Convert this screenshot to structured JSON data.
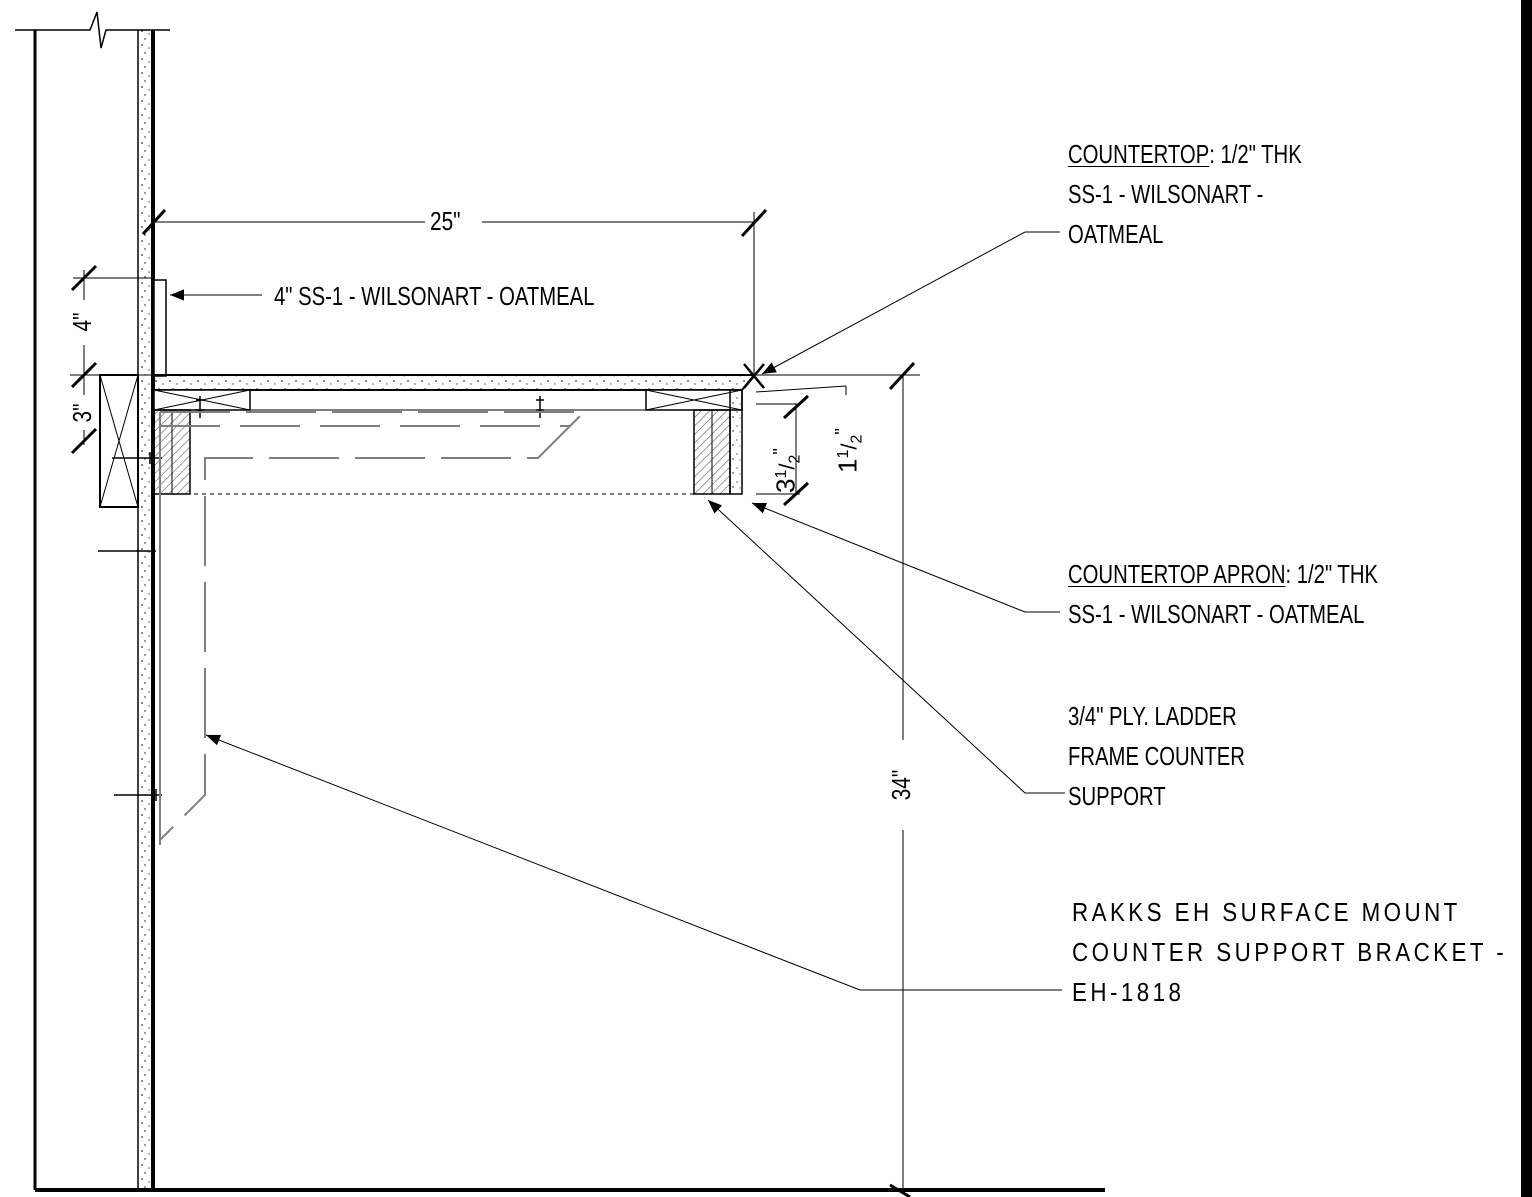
{
  "dimensions": {
    "width": "25\"",
    "backsplash_height": "4\"",
    "countertop_depth": "3\"",
    "apron_depth": "3",
    "apron_depth_frac_num": "1",
    "apron_depth_frac_den": "2",
    "apron_depth_inch": "\"",
    "edge_depth": "1",
    "edge_depth_frac_num": "1",
    "edge_depth_frac_den": "2",
    "edge_depth_inch": "\"",
    "counter_height": "34\""
  },
  "notes": {
    "backsplash": "4\" SS-1 - WILSONART - OATMEAL",
    "countertop": {
      "title": "COUNTERTOP",
      "line1_rest": ":  1/2\" THK",
      "line2": "SS-1 - WILSONART -",
      "line3": "OATMEAL"
    },
    "apron": {
      "title": "COUNTERTOP APRON",
      "line1_rest": ":  1/2\" THK",
      "line2": "SS-1 - WILSONART - OATMEAL"
    },
    "ladder": {
      "line1": "3/4\" PLY. LADDER",
      "line2": "FRAME COUNTER",
      "line3": "SUPPORT"
    },
    "bracket": {
      "line1": "RAKKS EH SURFACE MOUNT",
      "line2": "COUNTER SUPPORT BRACKET -",
      "line3": "EH-1818"
    }
  },
  "colors": {
    "ink": "#000000",
    "hidden_line": "#808080",
    "hatch": "#555555"
  }
}
